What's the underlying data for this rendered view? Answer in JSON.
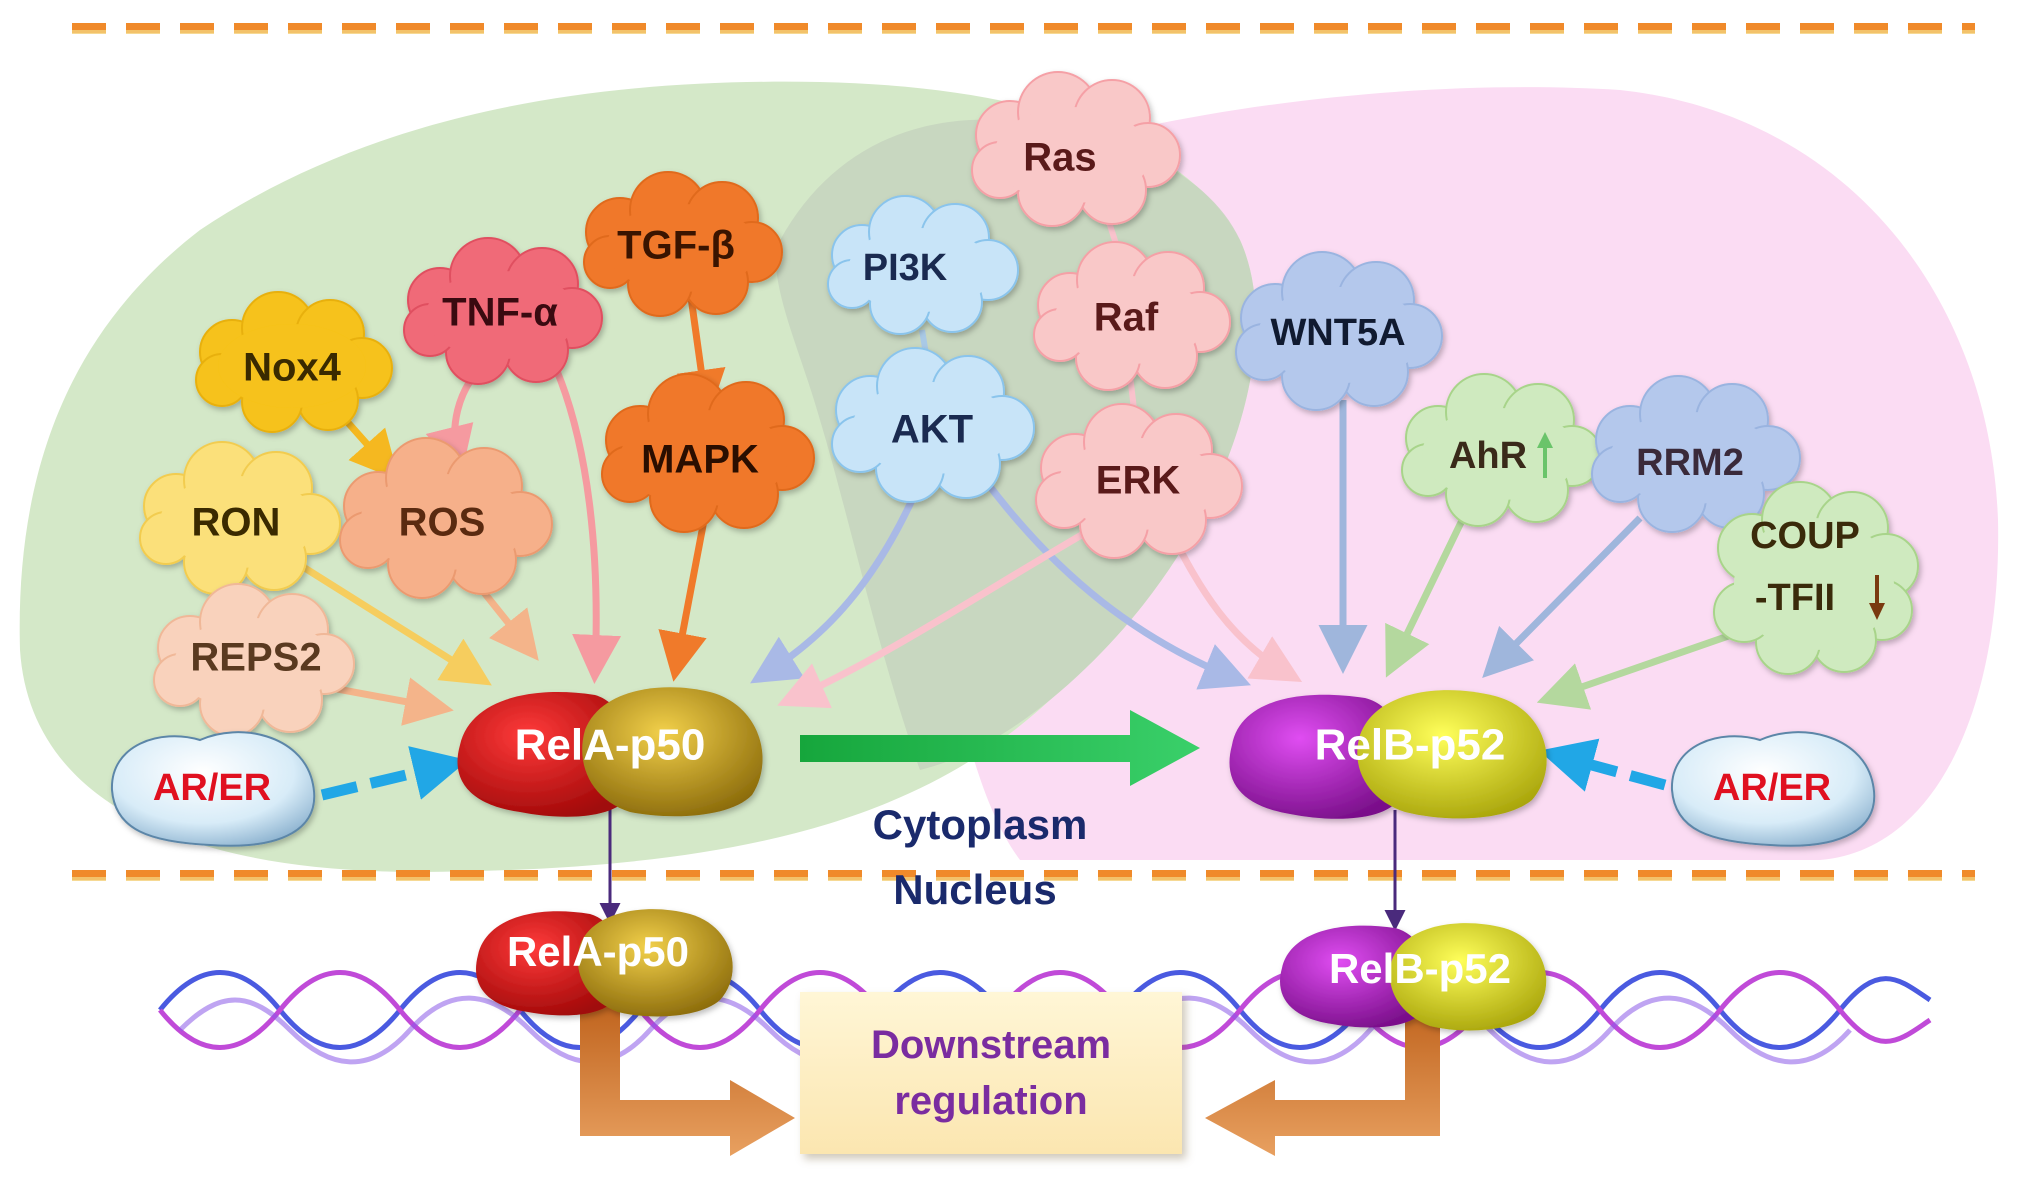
{
  "labels": {
    "ras": "Ras",
    "tgf": "TGF-β",
    "pi3k": "PI3K",
    "tnf": "TNF-α",
    "raf": "Raf",
    "wnt5a": "WNT5A",
    "nox4": "Nox4",
    "akt": "AKT",
    "mapk": "MAPK",
    "ahr": "AhR",
    "rrm2": "RRM2",
    "erk": "ERK",
    "ron": "RON",
    "ros": "ROS",
    "coup_line1": "COUP",
    "coup_line2": "-TFII",
    "reps2": "REPS2",
    "arer_left": "AR/ER",
    "arer_right": "AR/ER",
    "rela_cyto": "RelA-p50",
    "relb_cyto": "RelB-p52",
    "rela_nuc": "RelA-p50",
    "relb_nuc": "RelB-p52",
    "cytoplasm": "Cytoplasm",
    "nucleus": "Nucleus",
    "downstream_line1": "Downstream",
    "downstream_line2": "regulation"
  },
  "colors": {
    "green_region": "#d4e8c8",
    "pink_region": "#fbdcf3",
    "dark_overlap": "#c4d4bc",
    "membrane_orange": "#f08a2a",
    "membrane_yellow": "#f2cf7a",
    "rela_red": "#d01a1a",
    "p50_gold": "#c9a21a",
    "relb_magenta": "#b526c7",
    "p52_yellow": "#e6e21a",
    "arrow_green": "#1fbf4a",
    "arrow_blue_dash": "#21a7e6",
    "label_navy": "#1a2a6c",
    "downstream_purple": "#7a2ca0"
  }
}
